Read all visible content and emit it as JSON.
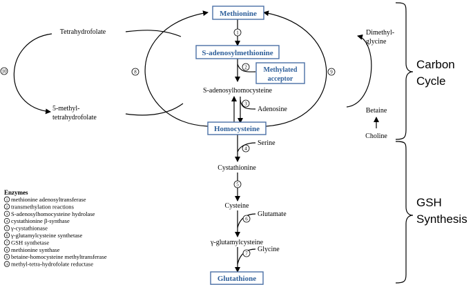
{
  "nodes": {
    "methionine": "Methionine",
    "sam": "S-adenosylmethionine",
    "methylated_acceptor": [
      "Methylated",
      "acceptor"
    ],
    "sah": "S-adenosylhomocysteine",
    "adenosine": "Adenosine",
    "homocysteine": "Homocysteine",
    "serine": "Serine",
    "cystathionine": "Cystathionine",
    "cysteine": "Cysteine",
    "glutamate": "Glutamate",
    "gamma_glutamylcysteine": "γ-glutamylcysteine",
    "glycine": "Glycine",
    "glutathione": "Glutathione",
    "tetrahydrofolate": "Tetrahydrofolate",
    "methyl_thf": [
      "5-methyl-",
      "tetrahydrofolate"
    ],
    "dimethylglycine": [
      "Dimethyl-",
      "glycine"
    ],
    "betaine": "Betaine",
    "choline": "Choline"
  },
  "step_numbers": [
    "1",
    "2",
    "3",
    "4",
    "5",
    "6",
    "7",
    "8",
    "9",
    "10"
  ],
  "cycles": {
    "carbon": [
      "Carbon",
      "Cycle"
    ],
    "gsh": [
      "GSH",
      "Synthesis"
    ]
  },
  "enzymes": {
    "title": "Enzymes",
    "items": [
      {
        "num": "1",
        "name": "methionine adenosyltransferase"
      },
      {
        "num": "2",
        "name": "transmethylation reactions"
      },
      {
        "num": "3",
        "name": "S-adenosylhomocysteine hydrolase"
      },
      {
        "num": "4",
        "name": "cystathionine β-synthase"
      },
      {
        "num": "5",
        "name": "γ-cystathionase"
      },
      {
        "num": "6",
        "name": "γ-glutamylcysteine synthetase"
      },
      {
        "num": "7",
        "name": "GSH synthetase"
      },
      {
        "num": "8",
        "name": "methionine synthase"
      },
      {
        "num": "9",
        "name": "betaine-homocysteine methyltransferase"
      },
      {
        "num": "10",
        "name": "methyl-tetra-hydrofolate reductase"
      }
    ]
  },
  "colors": {
    "node_text": "#2e5f9a",
    "node_border": "#4a6fa5",
    "line": "#000000"
  }
}
